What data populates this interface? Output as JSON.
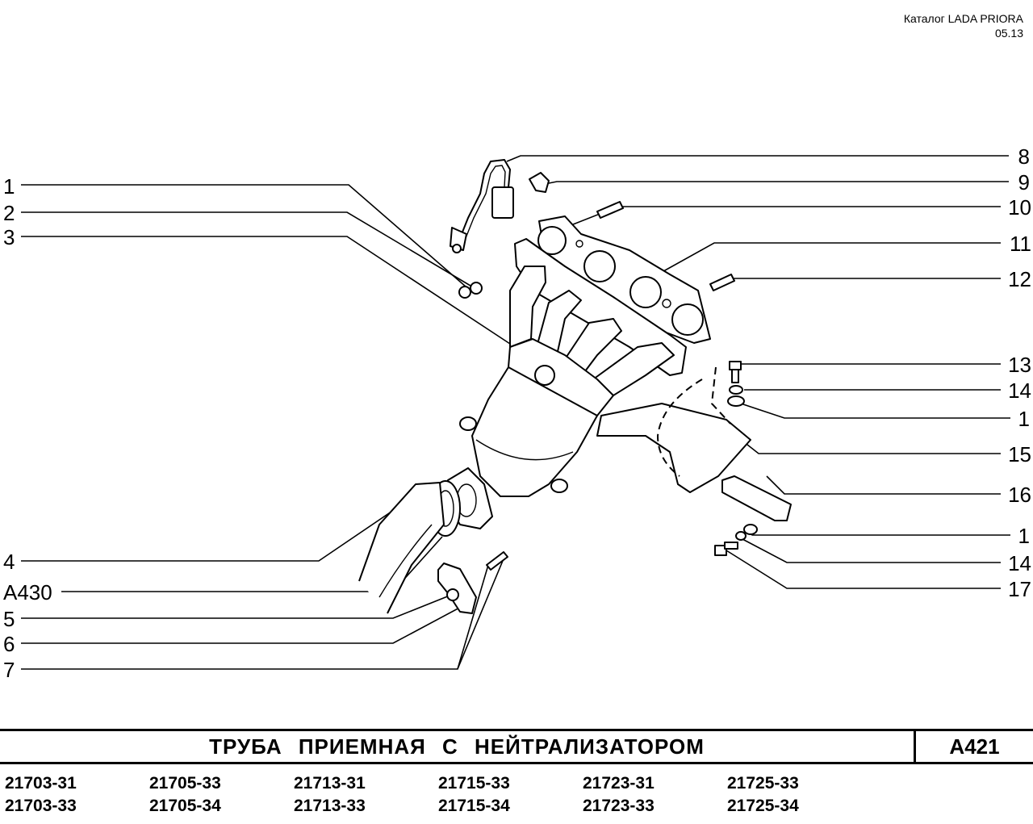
{
  "header": {
    "catalog": "Каталог LADA PRIORA",
    "date": "05.13"
  },
  "callouts_left": [
    "1",
    "2",
    "3",
    "4",
    "A430",
    "5",
    "6",
    "7"
  ],
  "callouts_right": [
    "8",
    "9",
    "10",
    "11",
    "12",
    "13",
    "14",
    "1",
    "15",
    "16",
    "1",
    "14",
    "17"
  ],
  "title": "ТРУБА ПРИЕМНАЯ С НЕЙТРАЛИЗАТОРОМ",
  "code": "A421",
  "models": [
    [
      "21703-31",
      "21703-33"
    ],
    [
      "21705-33",
      "21705-34"
    ],
    [
      "21713-31",
      "21713-33"
    ],
    [
      "21715-33",
      "21715-34"
    ],
    [
      "21723-31",
      "21723-33"
    ],
    [
      "21725-33",
      "21725-34"
    ]
  ]
}
